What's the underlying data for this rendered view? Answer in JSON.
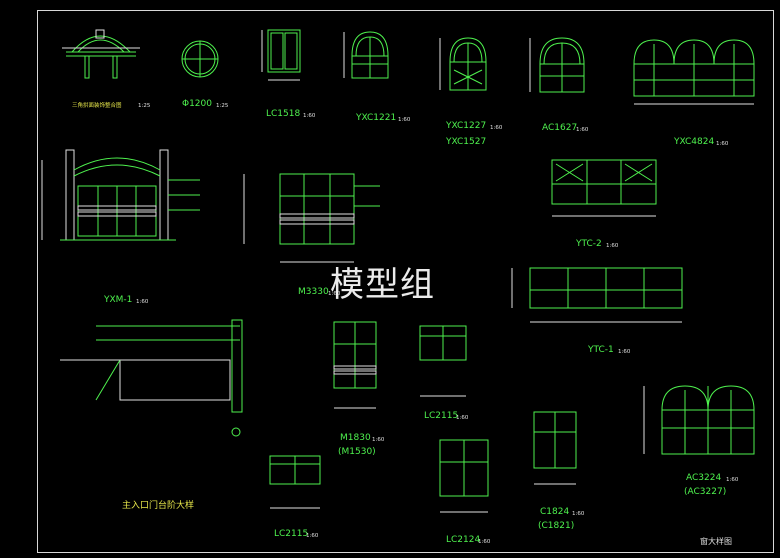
{
  "watermark": "模型组",
  "drawings": {
    "arch_detail": {
      "title": "三角拱面装饰整合图",
      "scale": "1:25"
    },
    "round_window": {
      "title": "Φ1200",
      "scale": "1:25"
    },
    "lc1518": {
      "title": "LC1518",
      "scale": "1:60"
    },
    "yxc1221": {
      "title": "YXC1221",
      "scale": "1:60"
    },
    "yxc1227": {
      "title": "YXC1227",
      "alt": "YXC1527",
      "scale": "1:60"
    },
    "ac1627": {
      "title": "AC1627",
      "scale": "1:60"
    },
    "yxc4824": {
      "title": "YXC4824",
      "scale": "1:60"
    },
    "yxm1": {
      "title": "YXM-1",
      "scale": "1:60"
    },
    "m3330": {
      "title": "M3330",
      "scale": "1:60"
    },
    "ytc2": {
      "title": "YTC-2",
      "scale": "1:60"
    },
    "ytc1": {
      "title": "YTC-1",
      "scale": "1:60"
    },
    "m1830": {
      "title": "M1830",
      "alt": "(M1530)",
      "scale": "1:60"
    },
    "lc2115a": {
      "title": "LC2115",
      "scale": "1:60"
    },
    "lc2115b": {
      "title": "LC2115",
      "scale": "1:60"
    },
    "lc2124": {
      "title": "LC2124",
      "scale": "1:60"
    },
    "c1824": {
      "title": "C1824",
      "alt": "(C1821)",
      "scale": "1:60"
    },
    "ac3224": {
      "title": "AC3224",
      "alt": "(AC3227)",
      "scale": "1:60"
    },
    "step_detail": {
      "title": "主入口门台阶大样"
    },
    "sheet_title": "窗大样图"
  }
}
